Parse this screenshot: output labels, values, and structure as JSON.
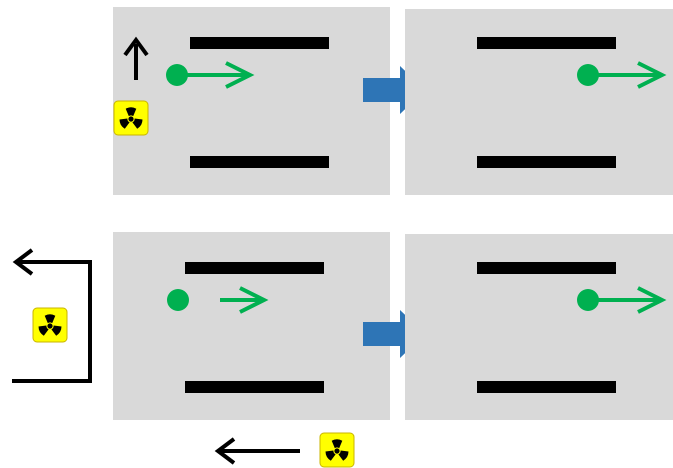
{
  "diagram": {
    "panels": [
      {
        "id": "top-left",
        "role": "before",
        "marker": "dot-with-long-arrow"
      },
      {
        "id": "top-right",
        "role": "after",
        "marker": "dot-with-long-arrow"
      },
      {
        "id": "bottom-left",
        "role": "before",
        "marker": "dot-and-separate-arrow"
      },
      {
        "id": "bottom-right",
        "role": "after",
        "marker": "dot-with-long-arrow"
      }
    ],
    "transitions": [
      {
        "from": "top-left",
        "to": "top-right"
      },
      {
        "from": "bottom-left",
        "to": "bottom-right"
      }
    ],
    "sources": [
      {
        "id": "source-top",
        "icon": "radiation-icon",
        "motion": "up-arrow-icon"
      },
      {
        "id": "source-left",
        "icon": "radiation-icon",
        "motion": "loop-left-arrow-icon"
      },
      {
        "id": "source-bottom",
        "icon": "radiation-icon",
        "motion": "left-arrow-icon"
      }
    ]
  },
  "colors": {
    "panel_background": "#d9d9d9",
    "plate": "#000000",
    "particle": "#00b050",
    "transition_arrow": "#2e75b6",
    "radiation_badge": "#ffff00",
    "motion_arrow": "#000000"
  }
}
